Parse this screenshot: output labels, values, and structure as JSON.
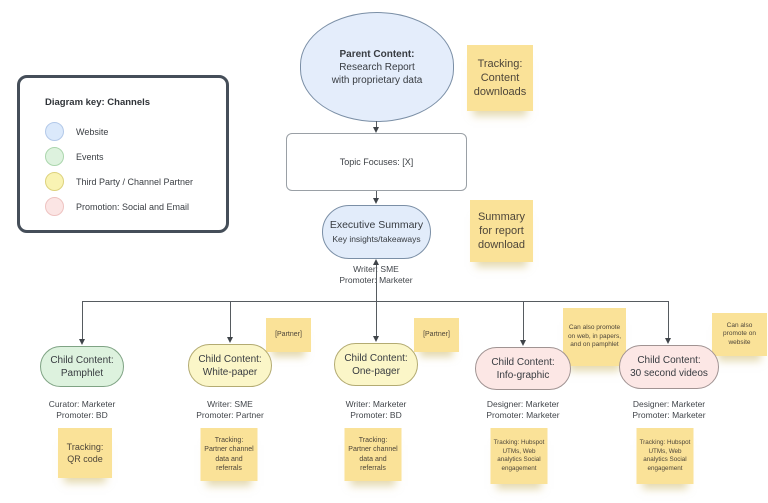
{
  "legend": {
    "title": "Diagram key: Channels",
    "items": [
      {
        "label": "Website",
        "color": "#dbe9fb"
      },
      {
        "label": "Events",
        "color": "#ddf2de"
      },
      {
        "label": "Third Party / Channel Partner",
        "color": "#f9f3b3"
      },
      {
        "label": "Promotion: Social and Email",
        "color": "#fbe5e4"
      }
    ]
  },
  "flow": {
    "parent": {
      "title": "Parent Content:",
      "line1": "Research Report",
      "line2": "with proprietary data"
    },
    "topic": {
      "label": "Topic Focuses: [X]"
    },
    "exec": {
      "title": "Executive Summary",
      "subtitle": "Key insights/takeaways"
    },
    "exec_roles": {
      "line1": "Writer: SME",
      "line2": "Promoter: Marketer"
    }
  },
  "notes": {
    "tracking_downloads": "Tracking: Content downloads",
    "summary_download": "Summary for report download",
    "partner_whitepaper": "[Partner]",
    "partner_onepager": "[Partner]",
    "promote_infographic": "Can also promote on web, in papers, and on pamphlet",
    "promote_videos": "Can also promote on website"
  },
  "children": [
    {
      "title": "Child Content:",
      "name": "Pamphlet",
      "channel": "Events",
      "roles": [
        "Curator: Marketer",
        "Promoter: BD"
      ],
      "tracking": "Tracking: QR code"
    },
    {
      "title": "Child Content:",
      "name": "White-paper",
      "channel": "Third Party / Channel Partner",
      "roles": [
        "Writer: SME",
        "Promoter: Partner"
      ],
      "tracking": "Tracking: Partner channel data and referrals"
    },
    {
      "title": "Child Content:",
      "name": "One-pager",
      "channel": "Third Party / Channel Partner",
      "roles": [
        "Writer: Marketer",
        "Promoter: BD"
      ],
      "tracking": "Tracking: Partner channel data and referrals"
    },
    {
      "title": "Child Content:",
      "name": "Info-graphic",
      "channel": "Promotion: Social and Email",
      "roles": [
        "Designer: Marketer",
        "Promoter: Marketer"
      ],
      "tracking": "Tracking: Hubspot UTMs, Web analytics Social engagement"
    },
    {
      "title": "Child Content:",
      "name": "30 second videos",
      "channel": "Promotion: Social and Email",
      "roles": [
        "Designer: Marketer",
        "Promoter: Marketer"
      ],
      "tracking": "Tracking: Hubspot UTMs, Web analytics Social engagement"
    }
  ],
  "palette": {
    "website_blue": "#dbe9fb",
    "events_green": "#ddf2de",
    "third_party_yellow": "#f9f3b3",
    "promotion_pink": "#fbe5e4",
    "sticky_gold": "#fae298",
    "connector_gray": "#565b60"
  }
}
